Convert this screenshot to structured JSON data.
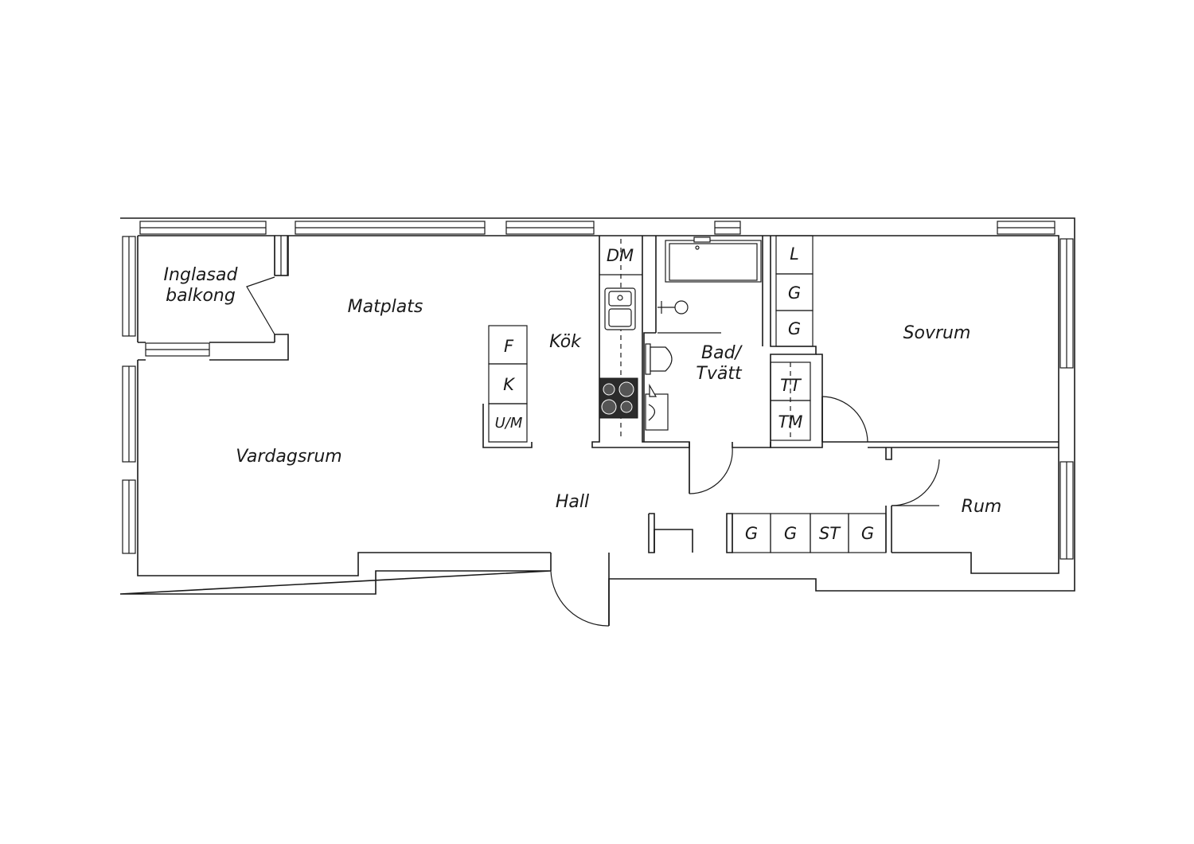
{
  "rooms": {
    "inglasad_1": "Inglasad",
    "inglasad_2": "balkong",
    "matplats": "Matplats",
    "kok": "Kök",
    "vardagsrum": "Vardagsrum",
    "hall": "Hall",
    "bad_1": "Bad/",
    "bad_2": "Tvätt",
    "sovrum": "Sovrum",
    "rum": "Rum"
  },
  "appliances": {
    "dm": "DM",
    "f": "F",
    "k": "K",
    "um": "U/M",
    "l": "L",
    "g1": "G",
    "g2": "G",
    "tt": "TT",
    "tm": "TM",
    "hall_g1": "G",
    "hall_g2": "G",
    "hall_st": "ST",
    "hall_g3": "G"
  }
}
